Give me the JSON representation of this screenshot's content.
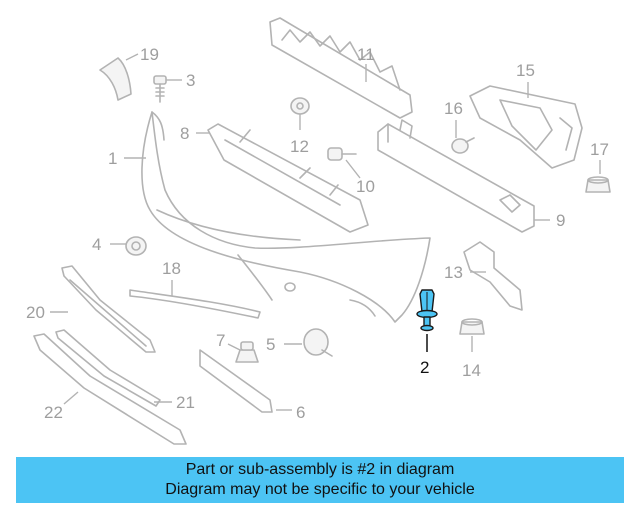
{
  "callouts": {
    "c1": "1",
    "c2": "2",
    "c3": "3",
    "c4": "4",
    "c5": "5",
    "c6": "6",
    "c7": "7",
    "c8": "8",
    "c9": "9",
    "c10": "10",
    "c11": "11",
    "c12": "12",
    "c13": "13",
    "c14": "14",
    "c15": "15",
    "c16": "16",
    "c17": "17",
    "c18": "18",
    "c19": "19",
    "c20": "20",
    "c21": "21",
    "c22": "22"
  },
  "highlight": {
    "part_number": "2",
    "color": "#4cc4f4"
  },
  "banner": {
    "line1": "Part or sub-assembly is #2 in diagram",
    "line2": "Diagram may not be specific to your vehicle",
    "color": "#4cc4f4"
  }
}
